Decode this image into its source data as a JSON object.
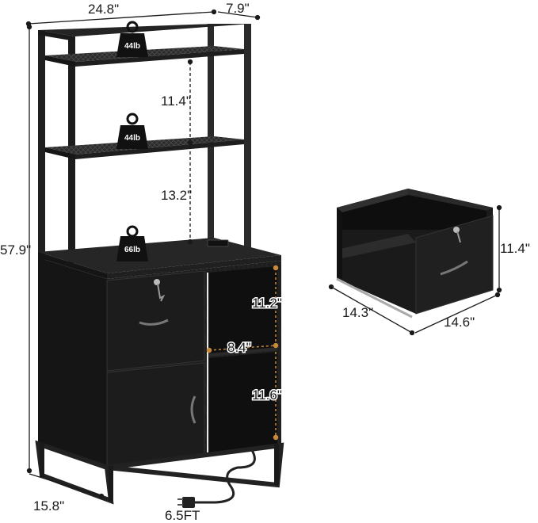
{
  "dimensions": {
    "width_top": "24.8\"",
    "depth_top": "7.9\"",
    "height_total": "57.9\"",
    "shelf_gap_upper": "11.4\"",
    "shelf_gap_lower": "13.2\"",
    "base_depth": "15.8\"",
    "cord_length": "6.5FT",
    "open_upper": "11.2\"",
    "open_width": "8.4\"",
    "open_lower": "11.6\"",
    "drawer_height": "11.4\"",
    "drawer_width": "14.3\"",
    "drawer_depth": "14.6\""
  },
  "weights": {
    "top_shelf": "44lb",
    "middle_shelf": "44lb",
    "cabinet_top": "66lb"
  },
  "colors": {
    "furniture": "#1c1c1c",
    "frame": "#2a2a2a",
    "accent_orange": "#c98a3a",
    "line": "#1a1a1a"
  },
  "icons": [
    "weight-icon",
    "lock-icon",
    "plug-icon",
    "power-strip-icon"
  ]
}
